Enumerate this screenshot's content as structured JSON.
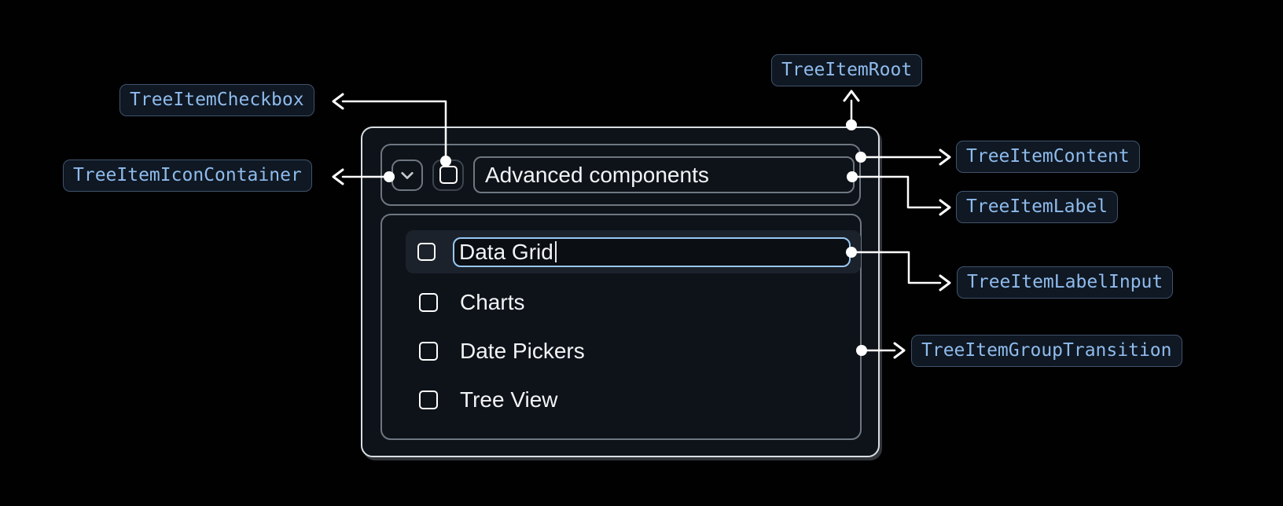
{
  "annotations": {
    "root": {
      "label": "TreeItemRoot"
    },
    "content": {
      "label": "TreeItemContent"
    },
    "label": {
      "label": "TreeItemLabel"
    },
    "label_input": {
      "label": "TreeItemLabelInput"
    },
    "group_transition": {
      "label": "TreeItemGroupTransition"
    },
    "checkbox": {
      "label": "TreeItemCheckbox"
    },
    "icon_container": {
      "label": "TreeItemIconContainer"
    }
  },
  "tree": {
    "parent": {
      "label": "Advanced components",
      "expanded": true,
      "checked": false
    },
    "children": [
      {
        "label": "Data Grid",
        "editing": true,
        "checked": false
      },
      {
        "label": "Charts",
        "editing": false,
        "checked": false
      },
      {
        "label": "Date Pickers",
        "editing": false,
        "checked": false
      },
      {
        "label": "Tree View",
        "editing": false,
        "checked": false
      }
    ]
  },
  "icons": {
    "chevron": "chevron-down-icon",
    "checkbox": "checkbox-blank-outline-icon"
  },
  "colors": {
    "badge_text": "#8fbbec",
    "badge_border": "#41536b",
    "badge_bg": "#0f1823",
    "panel_border": "#d9dee3",
    "inner_border": "#6e7781",
    "selected_row_bg": "#1c222b",
    "input_focus_border": "#99c7f2",
    "arrow": "#ffffff",
    "text": "#f2f4f6"
  }
}
